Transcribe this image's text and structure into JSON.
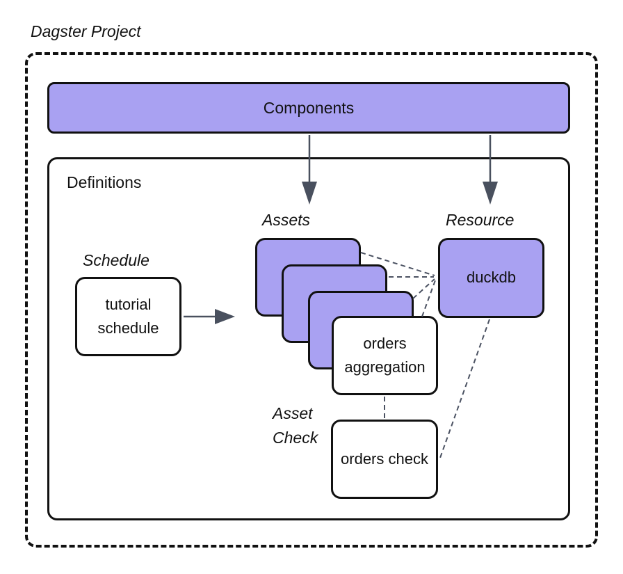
{
  "title": "Dagster Project",
  "colors": {
    "node_fill_purple": "#a9a1f2",
    "node_fill_white": "#ffffff",
    "outline": "#111111",
    "arrow": "#49505e",
    "connector_dashed": "#4a5161",
    "background": "#ffffff",
    "text": "#111111"
  },
  "components": {
    "label": "Components"
  },
  "definitions": {
    "label": "Definitions",
    "schedule": {
      "group_label": "Schedule",
      "node_label": "tutorial schedule"
    },
    "assets": {
      "group_label": "Assets",
      "stacked_unlabeled_asset_count": 3,
      "front_node_label": "orders aggregation"
    },
    "resource": {
      "group_label": "Resource",
      "node_label": "duckdb"
    },
    "asset_check": {
      "group_label": "Asset Check",
      "node_label": "orders check"
    }
  }
}
